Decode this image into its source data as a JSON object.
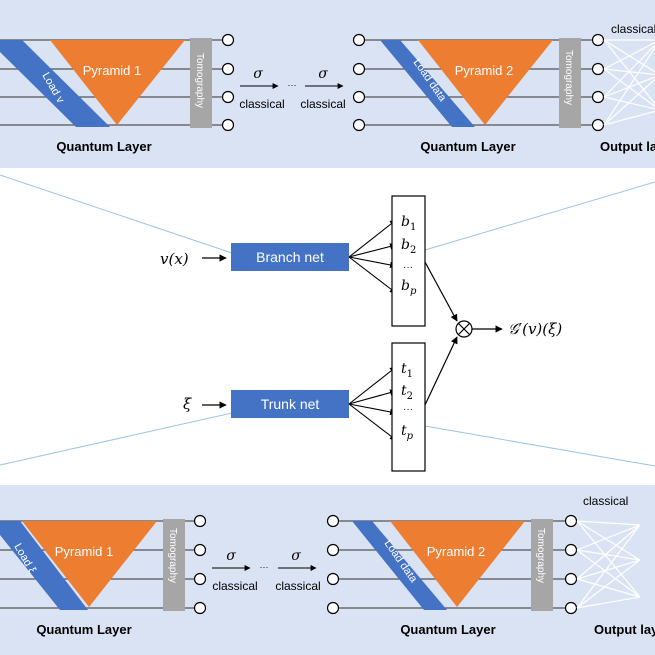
{
  "top_panel": {
    "load_label": "Load v",
    "pyramid1": "Pyramid 1",
    "tomography": "Tomography",
    "sigma": "σ",
    "dots": "···",
    "classical": "classical",
    "load_data": "Load data",
    "pyramid2": "Pyramid 2",
    "quantum_layer": "Quantum Layer",
    "output_layer": "Output layer",
    "classical_out": "classical"
  },
  "middle": {
    "input_v": "v(x)",
    "branch_net": "Branch net",
    "input_xi": "ξ",
    "trunk_net": "Trunk net",
    "b": [
      "b",
      "b",
      "b"
    ],
    "b_sub": [
      "1",
      "2",
      "p"
    ],
    "t": [
      "t",
      "t",
      "t"
    ],
    "t_sub": [
      "1",
      "2",
      "p"
    ],
    "dots": "···",
    "output": "𝒢′(v)(ξ)"
  },
  "bottom_panel": {
    "load_label": "Load ξ",
    "pyramid1": "Pyramid 1",
    "tomography": "Tomography",
    "sigma": "σ",
    "dots": "···",
    "classical": "classical",
    "load_data": "Load data",
    "pyramid2": "Pyramid 2",
    "quantum_layer": "Quantum Layer",
    "output_layer": "Output layer",
    "classical_out": "classical"
  },
  "colors": {
    "panel_bg": "#dae3f3",
    "load_blue": "#4472c4",
    "pyramid_orange": "#ed7d31",
    "tomography_gray": "#a6a6a6",
    "net_blue": "#4472c4",
    "guide_line": "#9dc3e6"
  }
}
